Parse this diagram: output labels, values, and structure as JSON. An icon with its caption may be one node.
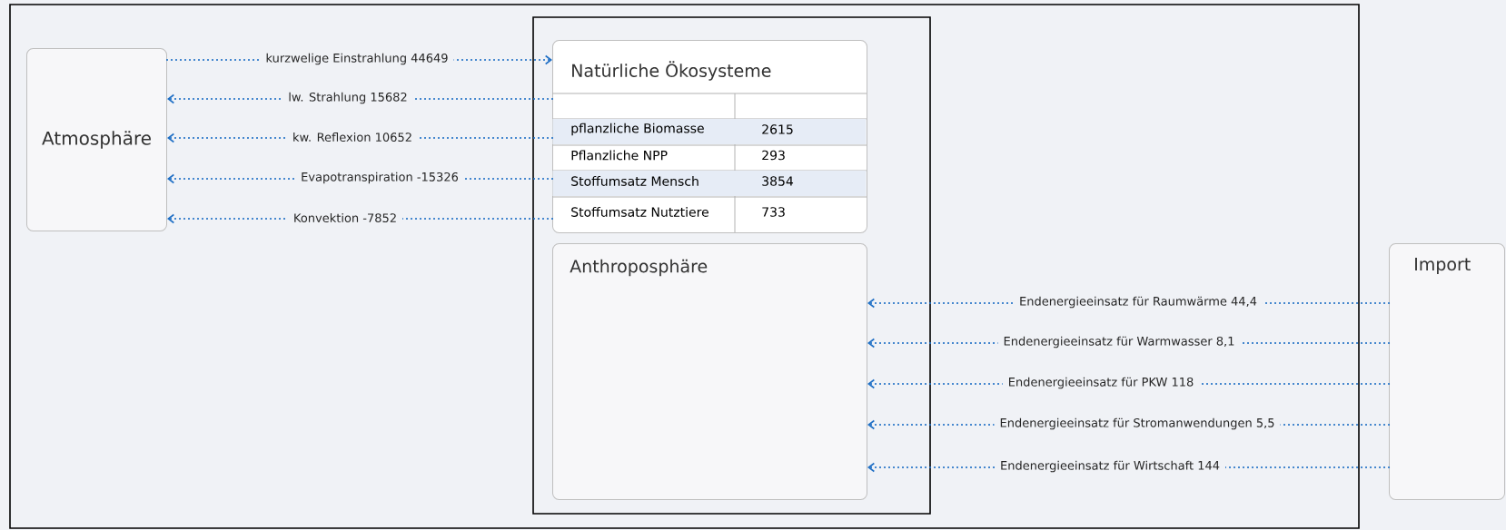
{
  "diagram": {
    "nodes": [
      {
        "text": [
          "Atmosphäre"
        ]
      },
      {
        "text": [
          "Natürliche Ökosysteme"
        ]
      },
      {
        "text": [
          "Anthroposphäre"
        ]
      },
      {
        "text": [
          "Import"
        ]
      }
    ],
    "edges": [
      {
        "from": 0,
        "to": 1,
        "arrow": "to",
        "label": "kurzwelige Einstrahlung 44649"
      },
      {
        "from": 1,
        "to": 0,
        "arrow": "to",
        "label": "lw. Strahlung 15682"
      },
      {
        "from": 1,
        "to": 0,
        "arrow": "to",
        "label": "kw. Reflexion 10652"
      },
      {
        "from": 1,
        "to": 0,
        "arrow": "to",
        "label": "Evapotranspiration -15326"
      },
      {
        "from": 1,
        "to": 0,
        "arrow": "to",
        "label": "Konvektion  -7852"
      },
      {
        "from": 3,
        "to": 2,
        "arrow": "to",
        "label": "Endenergieeinsatz für Raumwärme 44,4"
      },
      {
        "from": 3,
        "to": 2,
        "arrow": "to",
        "label": "Endenergieeinsatz für Warmwasser 8,1"
      },
      {
        "from": 3,
        "to": 2,
        "arrow": "to",
        "label": "Endenergieeinsatz für PKW 118"
      },
      {
        "from": 3,
        "to": 2,
        "arrow": "to",
        "label": "Endenergieeinsatz für Stromanwendungen 5,5"
      },
      {
        "from": 3,
        "to": 2,
        "arrow": "to",
        "label": "Endenergieeinsatz für Wirtschaft 144"
      }
    ],
    "labels": [
      "pflanzliche Biomasse",
      "2615",
      "Pflanzliche NPP",
      "293",
      "Stoffumsatz Mensch",
      "3854",
      "Stoffumsatz Nutztiere",
      "733"
    ]
  }
}
